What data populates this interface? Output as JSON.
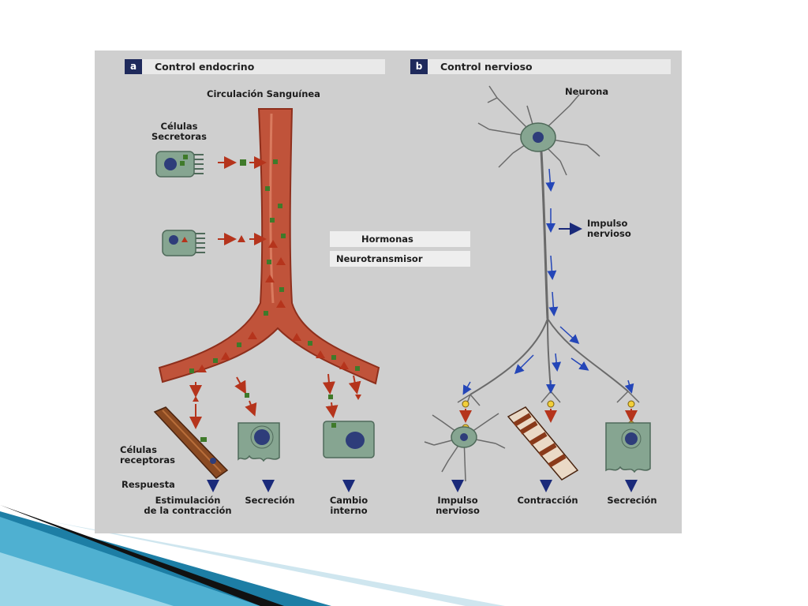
{
  "panel_a": {
    "letter": "a",
    "title": "Control endocrino",
    "blood_label": "Circulación Sanguínea",
    "secretory_label_line1": "Células",
    "secretory_label_line2": "Secretoras",
    "receptor_label_line1": "Células",
    "receptor_label_line2": "receptoras",
    "response_label": "Respuesta",
    "outcome1_line1": "Estimulación",
    "outcome1_line2": "de la contracción",
    "outcome2": "Secreción",
    "outcome3_line1": "Cambio",
    "outcome3_line2": "interno"
  },
  "panel_b": {
    "letter": "b",
    "title": "Control nervioso",
    "neuron_label": "Neurona",
    "impulse_label_line1": "Impulso",
    "impulse_label_line2": "nervioso",
    "outcome1_line1": "Impulso",
    "outcome1_line2": "nervioso",
    "outcome2": "Contracción",
    "outcome3": "Secreción"
  },
  "legend": {
    "hormones": "Hormonas",
    "neurotransmitter": "Neurotransmisor"
  },
  "colors": {
    "background": "#cfcfcf",
    "vessel": "#c0533a",
    "hormone_square": "#3f7a2a",
    "hormone_triangle": "#b5341c",
    "cell": "#86a591",
    "nucleus": "#2e3d7a",
    "neurotransmitter": "#f2cf3a",
    "blue_arrow": "#2446b8"
  }
}
